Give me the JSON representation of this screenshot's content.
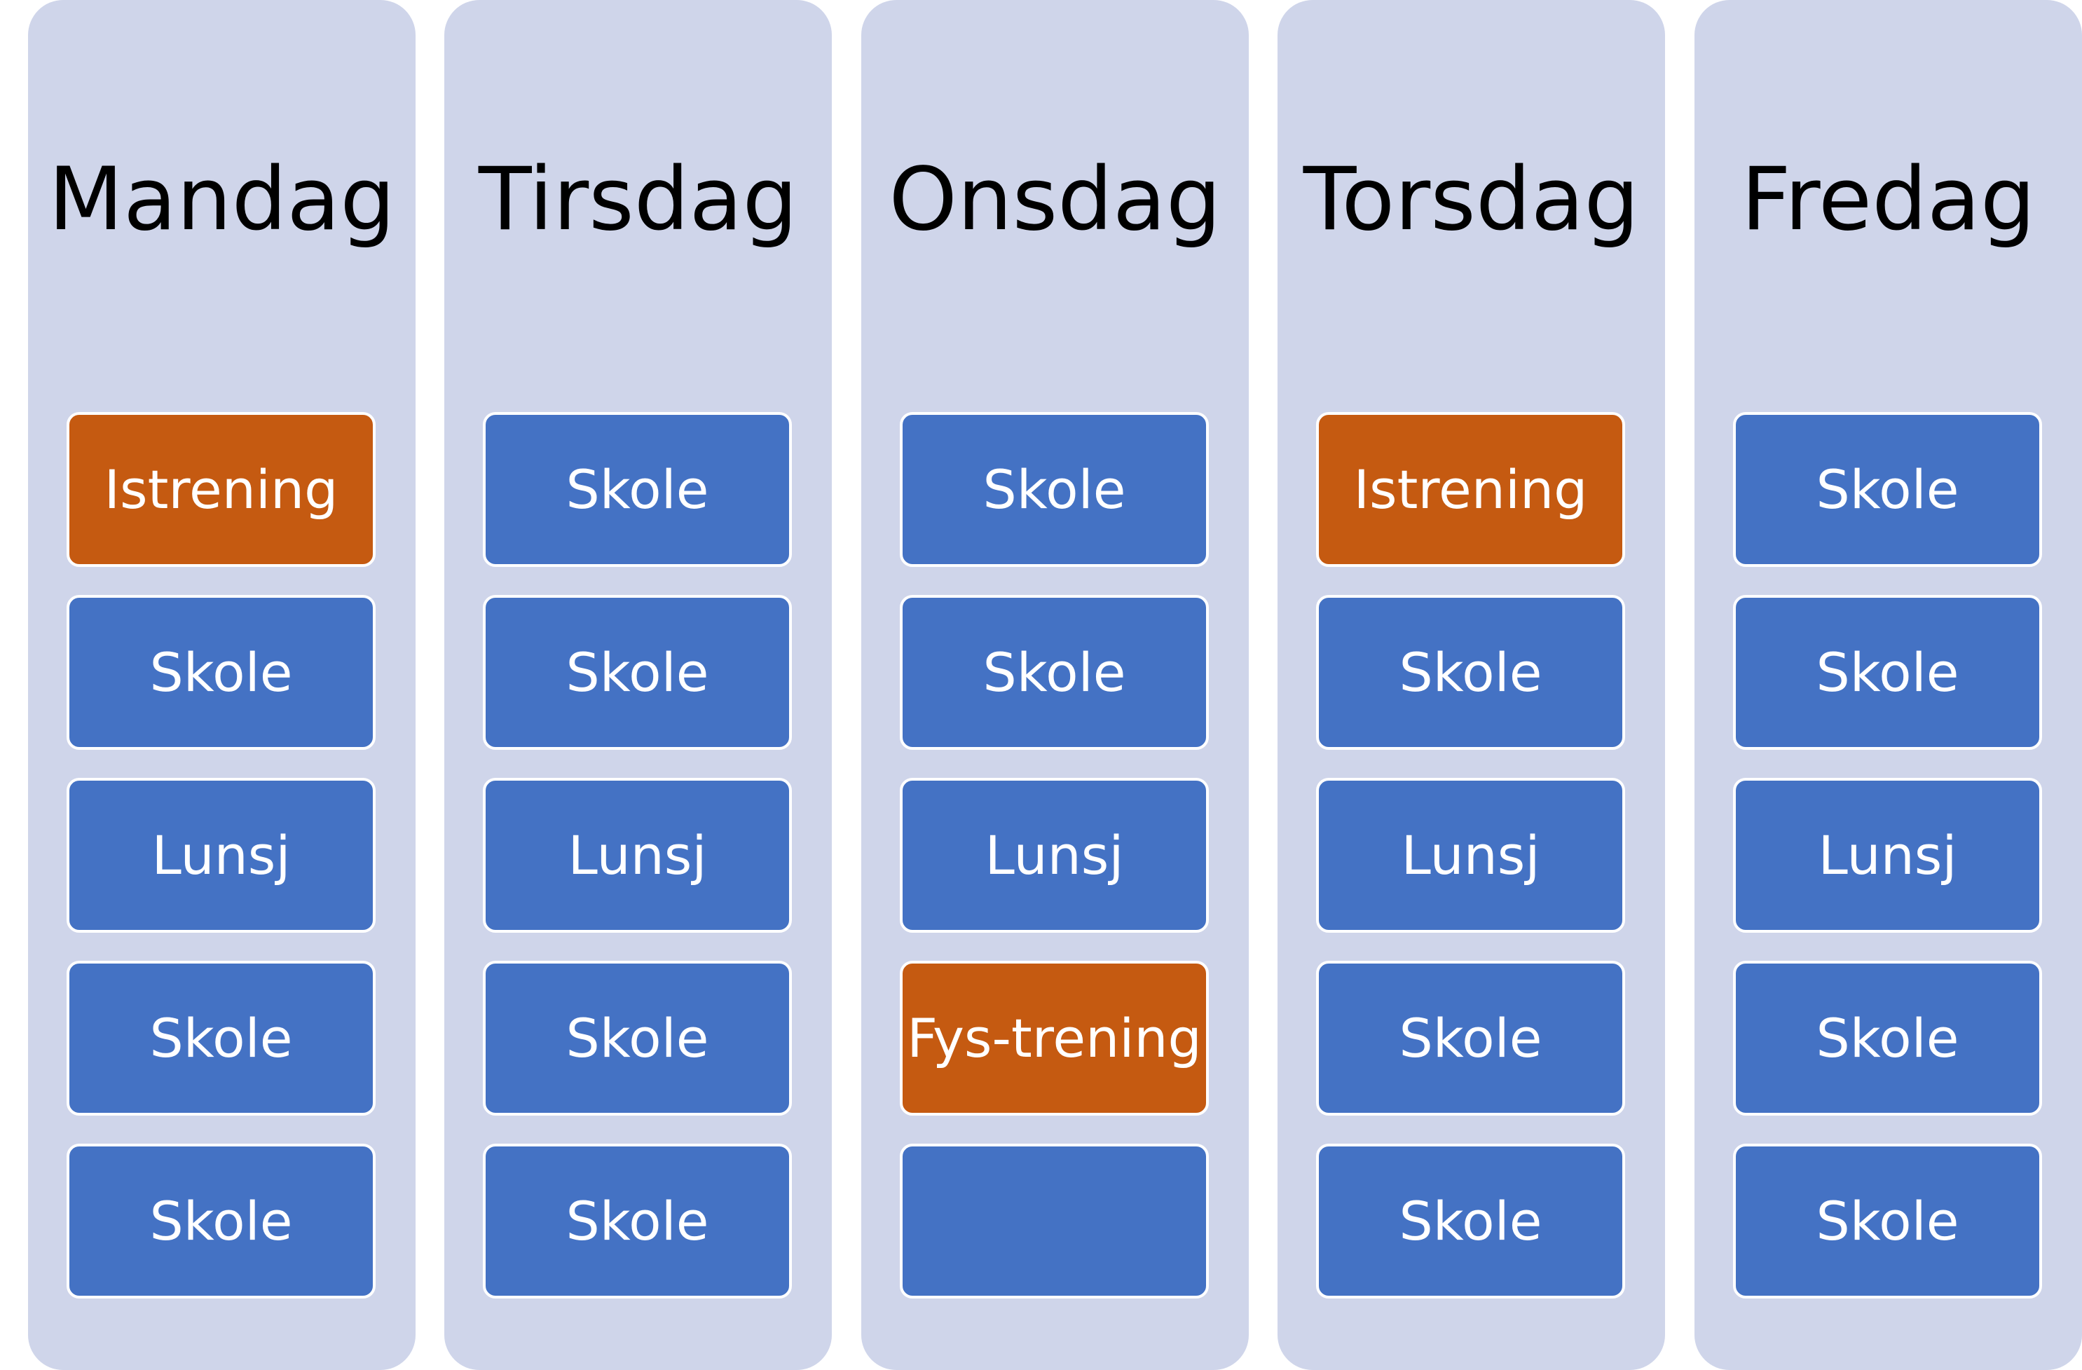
{
  "colors": {
    "column_background": "#cfd5ea",
    "school_block": "#4472c4",
    "training_block": "#c55a11",
    "block_text": "#ffffff",
    "title_text": "#000000"
  },
  "days": [
    {
      "name": "Mandag",
      "slots": [
        {
          "label": "Istrening",
          "kind": "training"
        },
        {
          "label": "Skole",
          "kind": "school"
        },
        {
          "label": "Lunsj",
          "kind": "school"
        },
        {
          "label": "Skole",
          "kind": "school"
        },
        {
          "label": "Skole",
          "kind": "school"
        }
      ]
    },
    {
      "name": "Tirsdag",
      "slots": [
        {
          "label": "Skole",
          "kind": "school"
        },
        {
          "label": "Skole",
          "kind": "school"
        },
        {
          "label": "Lunsj",
          "kind": "school"
        },
        {
          "label": "Skole",
          "kind": "school"
        },
        {
          "label": "Skole",
          "kind": "school"
        }
      ]
    },
    {
      "name": "Onsdag",
      "slots": [
        {
          "label": "Skole",
          "kind": "school"
        },
        {
          "label": "Skole",
          "kind": "school"
        },
        {
          "label": "Lunsj",
          "kind": "school"
        },
        {
          "label": "Fys-trening",
          "kind": "training"
        },
        {
          "label": "",
          "kind": "school"
        }
      ]
    },
    {
      "name": "Torsdag",
      "slots": [
        {
          "label": "Istrening",
          "kind": "training"
        },
        {
          "label": "Skole",
          "kind": "school"
        },
        {
          "label": "Lunsj",
          "kind": "school"
        },
        {
          "label": "Skole",
          "kind": "school"
        },
        {
          "label": "Skole",
          "kind": "school"
        }
      ]
    },
    {
      "name": "Fredag",
      "slots": [
        {
          "label": "Skole",
          "kind": "school"
        },
        {
          "label": "Skole",
          "kind": "school"
        },
        {
          "label": "Lunsj",
          "kind": "school"
        },
        {
          "label": "Skole",
          "kind": "school"
        },
        {
          "label": "Skole",
          "kind": "school"
        }
      ]
    }
  ]
}
